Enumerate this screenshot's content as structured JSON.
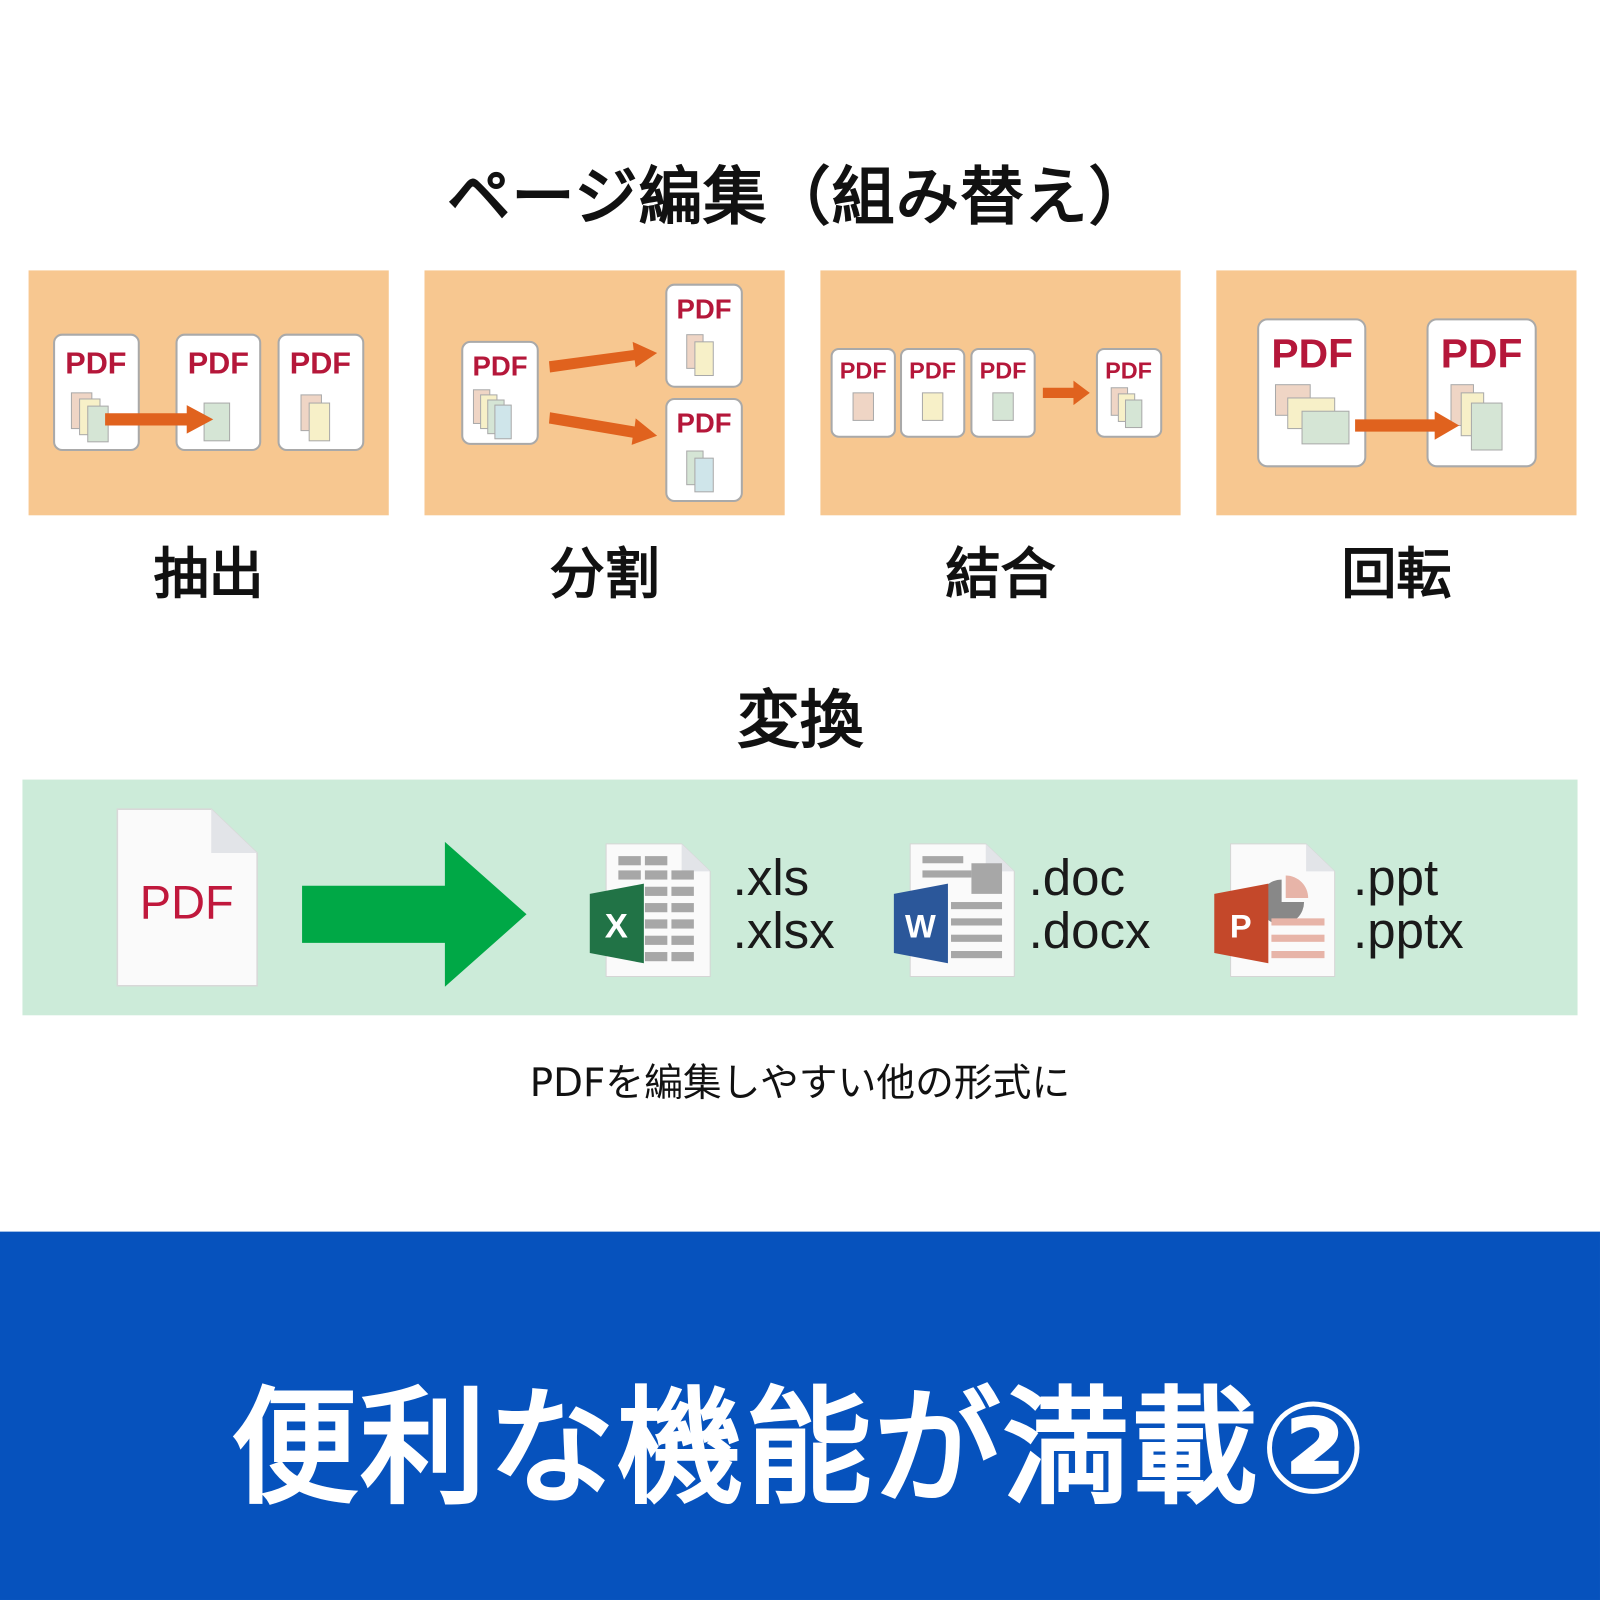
{
  "section1": {
    "title": "ページ編集（組み替え）",
    "pdf_label": "PDF",
    "panels": [
      {
        "label": "抽出"
      },
      {
        "label": "分割"
      },
      {
        "label": "結合"
      },
      {
        "label": "回転"
      }
    ]
  },
  "section2": {
    "title": "変換",
    "source_label": "PDF",
    "formats": [
      {
        "name": "excel",
        "badge": "X",
        "ext1": ".xls",
        "ext2": ".xlsx"
      },
      {
        "name": "word",
        "badge": "W",
        "ext1": ".doc",
        "ext2": ".docx"
      },
      {
        "name": "powerpoint",
        "badge": "P",
        "ext1": ".ppt",
        "ext2": ".pptx"
      }
    ],
    "caption": "PDFを編集しやすい他の形式に"
  },
  "banner": {
    "text": "便利な機能が満載②"
  },
  "colors": {
    "panel_bg": "#f7c790",
    "arrow": "#e0621e",
    "pdf_red": "#b5173a",
    "band_bg": "#ccebd9",
    "green_arrow": "#00a846",
    "banner_bg": "#0652bd"
  }
}
